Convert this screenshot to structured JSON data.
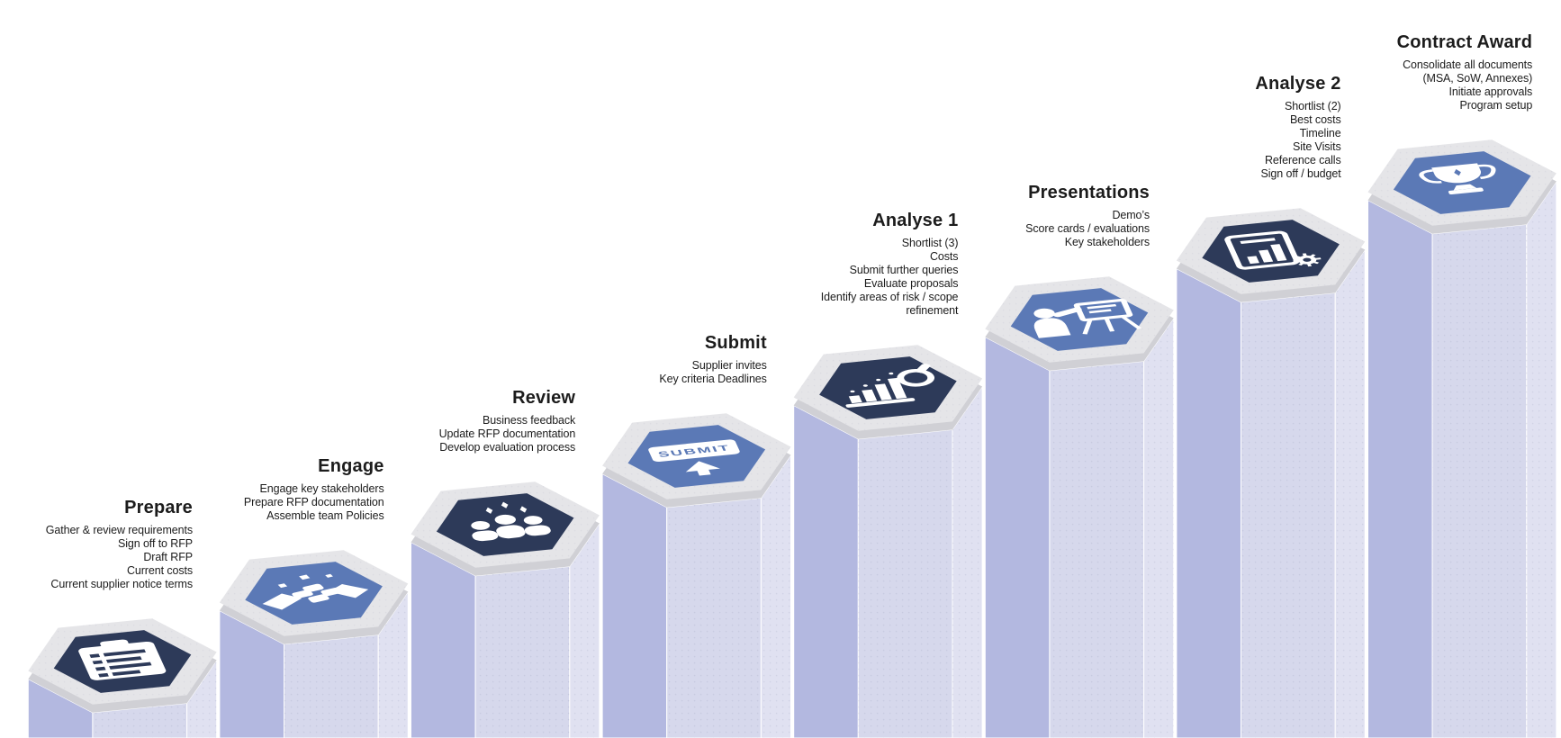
{
  "diagram": {
    "title": "RFP process staircase",
    "type": "stepped-process",
    "colors": {
      "navy": "#2d3a59",
      "blue": "#5b79b6",
      "pillar_front": "#d6d8ec",
      "pillar_left": "#b3b8e0",
      "pillar_right": "#e0e1f1",
      "platform_top": "#e5e5e8",
      "platform_side": "#d0d0d5",
      "text": "#1c1c1c",
      "background": "#ffffff"
    },
    "steps": [
      {
        "label": "Prepare",
        "icon": "clipboard-icon",
        "hex_color": "#2d3a59",
        "details": [
          "Gather & review requirements",
          "Sign off to RFP",
          "Draft RFP",
          "Current costs",
          "Current supplier notice terms"
        ]
      },
      {
        "label": "Engage",
        "icon": "handshake-icon",
        "hex_color": "#5b79b6",
        "details": [
          "Engage key stakeholders",
          "Prepare RFP documentation",
          "Assemble team Policies"
        ]
      },
      {
        "label": "Review",
        "icon": "team-icon",
        "hex_color": "#2d3a59",
        "details": [
          "Business feedback",
          "Update RFP documentation",
          "Develop evaluation process"
        ]
      },
      {
        "label": "Submit",
        "icon": "submit-button-icon",
        "icon_text": "SUBMIT",
        "hex_color": "#5b79b6",
        "details": [
          "Supplier invites",
          "Key criteria Deadlines"
        ]
      },
      {
        "label": "Analyse 1",
        "icon": "chart-search-icon",
        "hex_color": "#2d3a59",
        "details": [
          "Shortlist (3)",
          "Costs",
          "Submit further queries",
          "Evaluate proposals",
          "Identify areas of risk / scope",
          "refinement"
        ]
      },
      {
        "label": "Presentations",
        "icon": "presenter-icon",
        "hex_color": "#5b79b6",
        "details": [
          "Demo’s",
          "Score cards / evaluations",
          "Key stakeholders"
        ]
      },
      {
        "label": "Analyse 2",
        "icon": "report-gear-icon",
        "hex_color": "#2d3a59",
        "details": [
          "Shortlist (2)",
          "Best costs",
          "Timeline",
          "Site Visits",
          "Reference calls",
          "Sign off / budget"
        ]
      },
      {
        "label": "Contract Award",
        "icon": "trophy-icon",
        "hex_color": "#5b79b6",
        "details": [
          "Consolidate all documents",
          "(MSA, SoW, Annexes)",
          "Initiate approvals",
          "Program setup"
        ]
      }
    ]
  }
}
